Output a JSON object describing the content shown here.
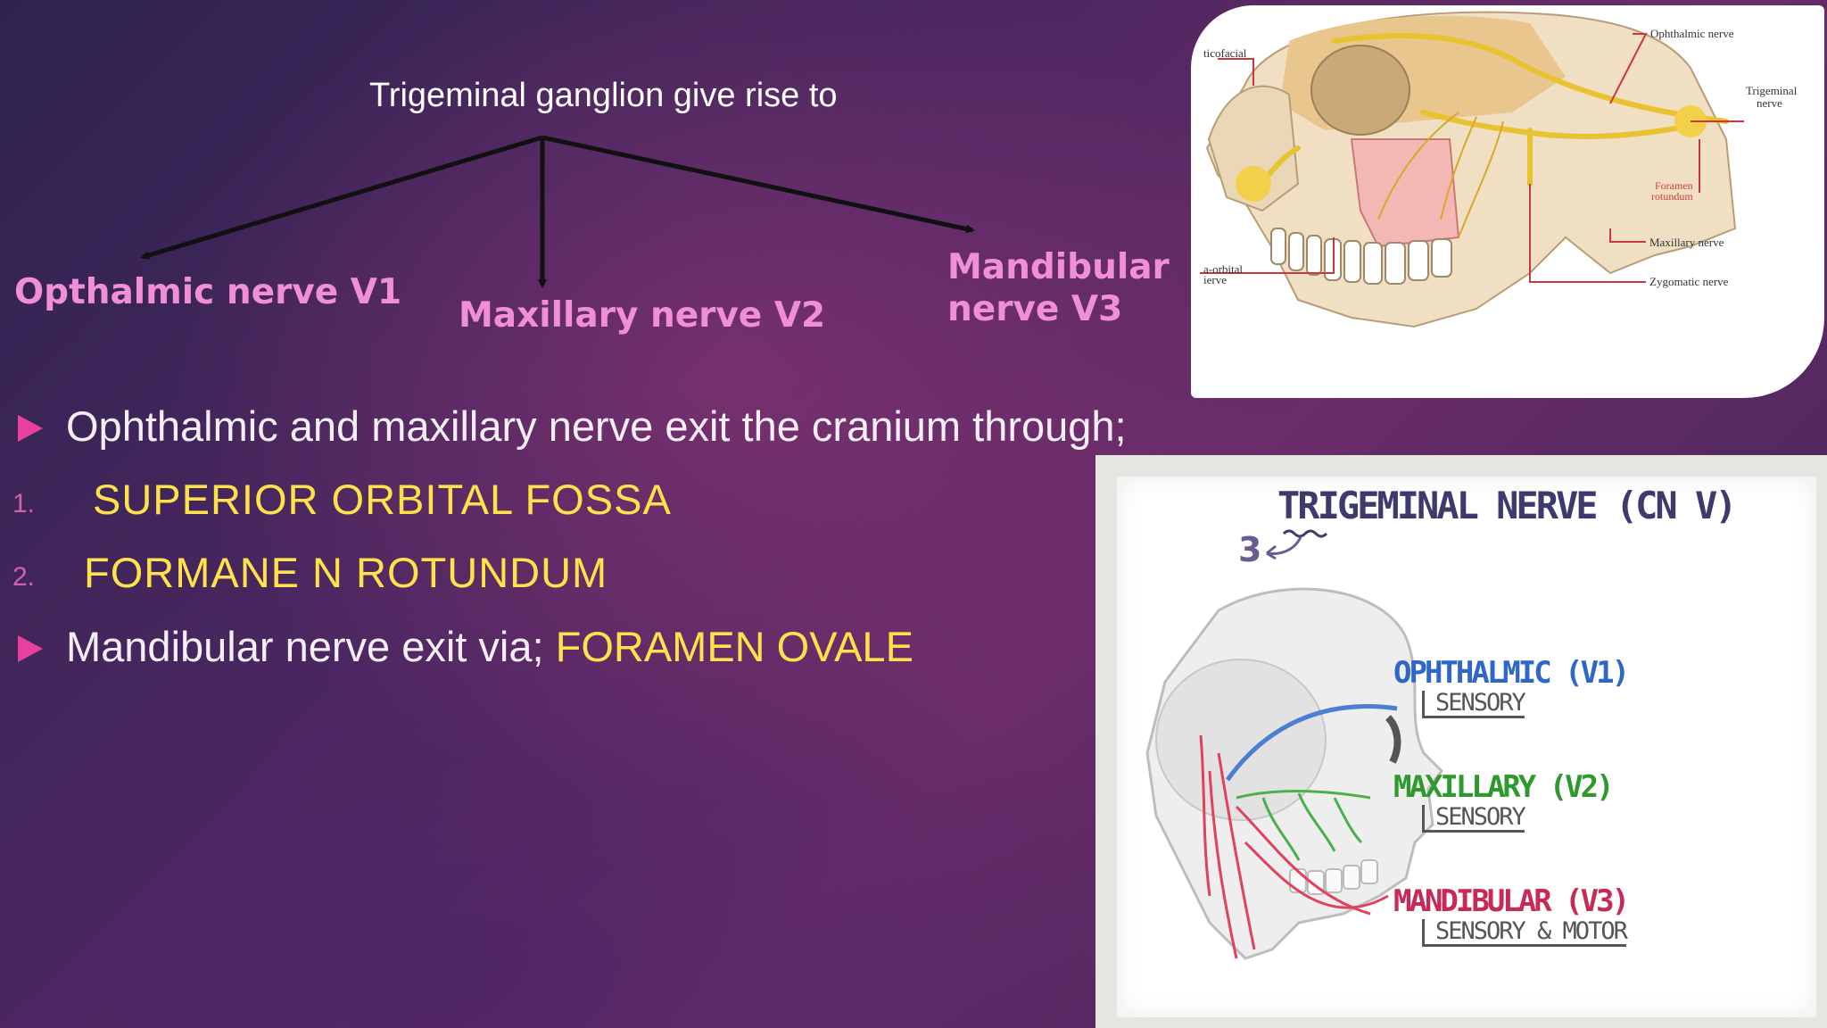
{
  "slide": {
    "title": "Trigeminal ganglion give rise to",
    "branches": {
      "v1": "Opthalmic nerve V1",
      "v2": "Maxillary nerve V2",
      "v3_line1": "Mandibular",
      "v3_line2": "nerve V3"
    },
    "bullets": [
      {
        "text": "Ophthalmic and maxillary nerve exit the cranium through;"
      },
      {
        "prefix": "Mandibular nerve exit via; ",
        "highlight": "FORAMEN OVALE"
      }
    ],
    "numbered": [
      {
        "number": "1.",
        "text": "SUPERIOR ORBITAL FOSSA"
      },
      {
        "number": "2.",
        "text": "FORMANE N ROTUNDUM"
      }
    ]
  },
  "skull_figure": {
    "labels": {
      "ophthalmic": "Ophthalmic nerve",
      "trigeminal_1": "Trigeminal",
      "trigeminal_2": "nerve",
      "foramen_1": "Foramen",
      "foramen_2": "rotundum",
      "maxillary": "Maxillary nerve",
      "zygomatic": "Zygomatic nerve",
      "zygomaticofacial": "ticofacial",
      "infraorbital_1": "a-orbital",
      "infraorbital_2": "ierve"
    }
  },
  "whiteboard": {
    "title": "TRIGEMINAL NERVE (CN V)",
    "mark": "3",
    "branches": [
      {
        "name": "OPHTHALMIC (V1)",
        "sub": "SENSORY",
        "color": "#2f67c8"
      },
      {
        "name": "MAXILLARY (V2)",
        "sub": "SENSORY",
        "color": "#2e9a2e"
      },
      {
        "name": "MANDIBULAR (V3)",
        "sub": "SENSORY & MOTOR",
        "color": "#c62a55"
      }
    ]
  },
  "colors": {
    "branch_text": "#f08fd8",
    "highlight": "#ffe14a",
    "bullet_marker": "#e8409e"
  }
}
